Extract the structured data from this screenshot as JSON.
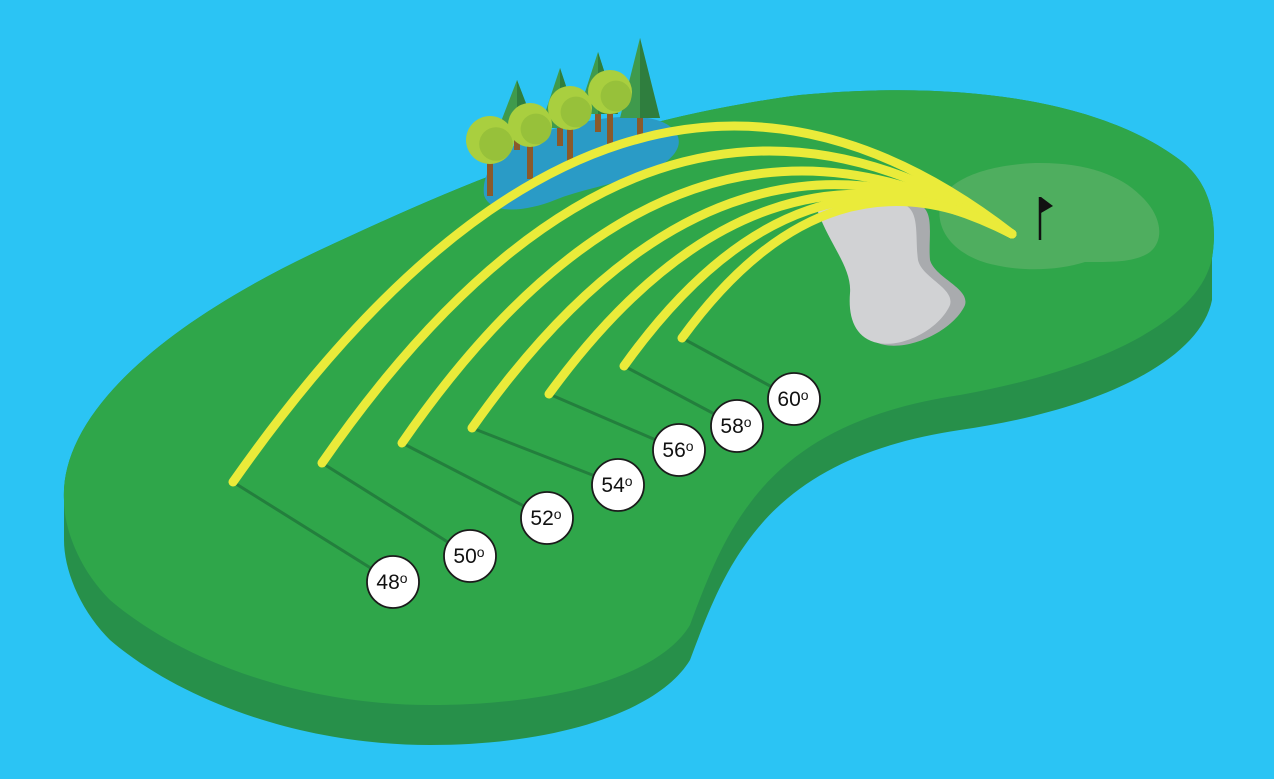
{
  "colors": {
    "water": "#2bc4f4",
    "fairway": "#2fa64a",
    "fairway_edge": "#27904a",
    "green": "#4fae5f",
    "shot_arc": "#eaeb3a",
    "bunker": "#d1d2d4",
    "pond": "#2a9bc6",
    "leader_line": "#237f3d"
  },
  "icons": [
    "flag-icon",
    "tree-icon",
    "bunker",
    "pond"
  ],
  "shots": [
    {
      "label": "48",
      "degree_mark": "o"
    },
    {
      "label": "50",
      "degree_mark": "o"
    },
    {
      "label": "52",
      "degree_mark": "o"
    },
    {
      "label": "54",
      "degree_mark": "o"
    },
    {
      "label": "56",
      "degree_mark": "o"
    },
    {
      "label": "58",
      "degree_mark": "o"
    },
    {
      "label": "60",
      "degree_mark": "o"
    }
  ]
}
